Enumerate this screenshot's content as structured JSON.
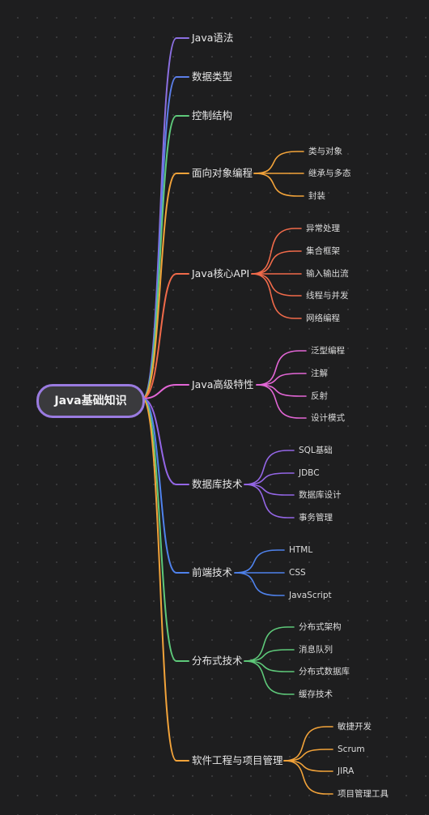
{
  "root": "Java基础知识",
  "colors": {
    "background": "#1e1e1f",
    "root_border": "#9a7be0",
    "root_fill": "#3a3a3d"
  },
  "branches": [
    {
      "label": "Java语法",
      "color": "#8b6fe0",
      "children": []
    },
    {
      "label": "数据类型",
      "color": "#5b7ee8",
      "children": []
    },
    {
      "label": "控制结构",
      "color": "#5ec97a",
      "children": []
    },
    {
      "label": "面向对象编程",
      "color": "#f2a33a",
      "children": [
        "类与对象",
        "继承与多态",
        "封装"
      ]
    },
    {
      "label": "Java核心API",
      "color": "#f06a4a",
      "children": [
        "异常处理",
        "集合框架",
        "输入输出流",
        "线程与并发",
        "网络编程"
      ]
    },
    {
      "label": "Java高级特性",
      "color": "#e366d6",
      "children": [
        "泛型编程",
        "注解",
        "反射",
        "设计模式"
      ]
    },
    {
      "label": "数据库技术",
      "color": "#9466e6",
      "children": [
        "SQL基础",
        "JDBC",
        "数据库设计",
        "事务管理"
      ]
    },
    {
      "label": "前端技术",
      "color": "#4f82ec",
      "children": [
        "HTML",
        "CSS",
        "JavaScript"
      ]
    },
    {
      "label": "分布式技术",
      "color": "#5ec97a",
      "children": [
        "分布式架构",
        "消息队列",
        "分布式数据库",
        "缓存技术"
      ]
    },
    {
      "label": "软件工程与项目管理",
      "color": "#f2a33a",
      "children": [
        "敏捷开发",
        "Scrum",
        "JIRA",
        "项目管理工具"
      ]
    }
  ]
}
